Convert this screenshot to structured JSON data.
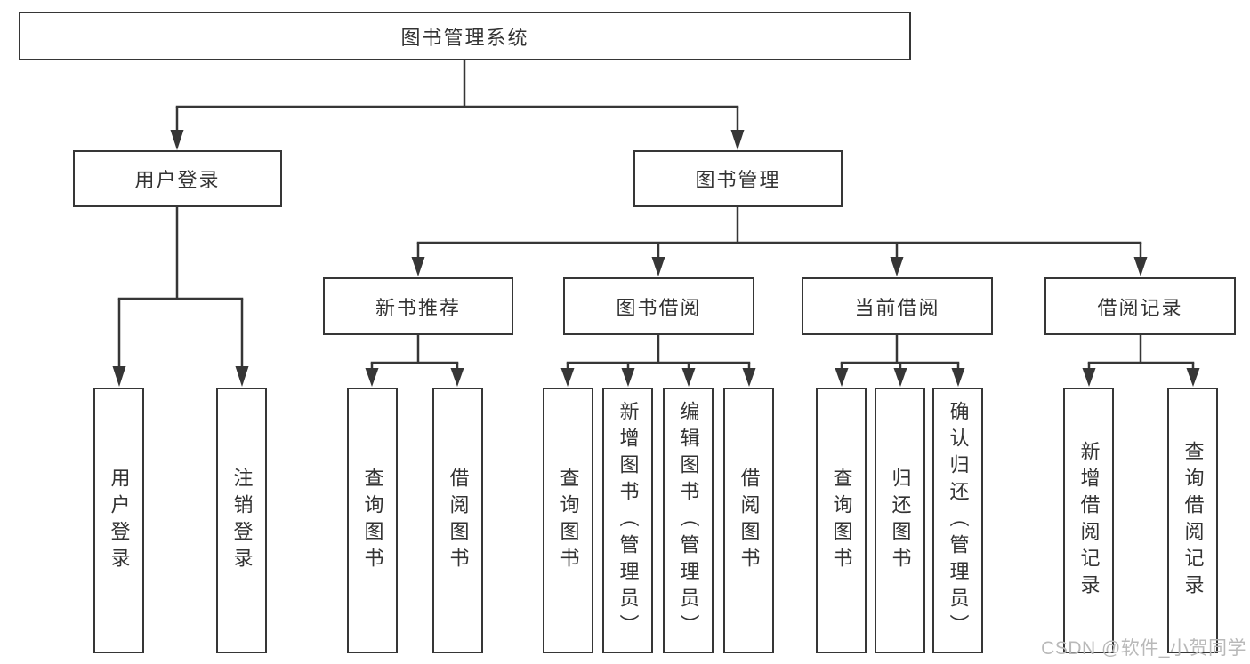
{
  "diagram": {
    "tree": {
      "label": "图书管理系统",
      "children": [
        {
          "label": "用户登录",
          "children": [
            {
              "label": "用户登录"
            },
            {
              "label": "注销登录"
            }
          ]
        },
        {
          "label": "图书管理",
          "children": [
            {
              "label": "新书推荐",
              "children": [
                {
                  "label": "查询图书"
                },
                {
                  "label": "借阅图书"
                }
              ]
            },
            {
              "label": "图书借阅",
              "children": [
                {
                  "label": "查询图书"
                },
                {
                  "label": "新增图书（管理员）"
                },
                {
                  "label": "编辑图书（管理员）"
                },
                {
                  "label": "借阅图书"
                }
              ]
            },
            {
              "label": "当前借阅",
              "children": [
                {
                  "label": "查询图书"
                },
                {
                  "label": "归还图书"
                },
                {
                  "label": "确认归还（管理员）"
                }
              ]
            },
            {
              "label": "借阅记录",
              "children": [
                {
                  "label": "新增借阅记录"
                },
                {
                  "label": "查询借阅记录"
                }
              ]
            }
          ]
        }
      ]
    },
    "colors": {
      "background": "#ffffff",
      "line": "#363636",
      "box_border": "#363636",
      "text": "#333333",
      "watermark": "#b9b9b9"
    }
  },
  "watermark": {
    "text": "CSDN @软件_小贺同学"
  }
}
